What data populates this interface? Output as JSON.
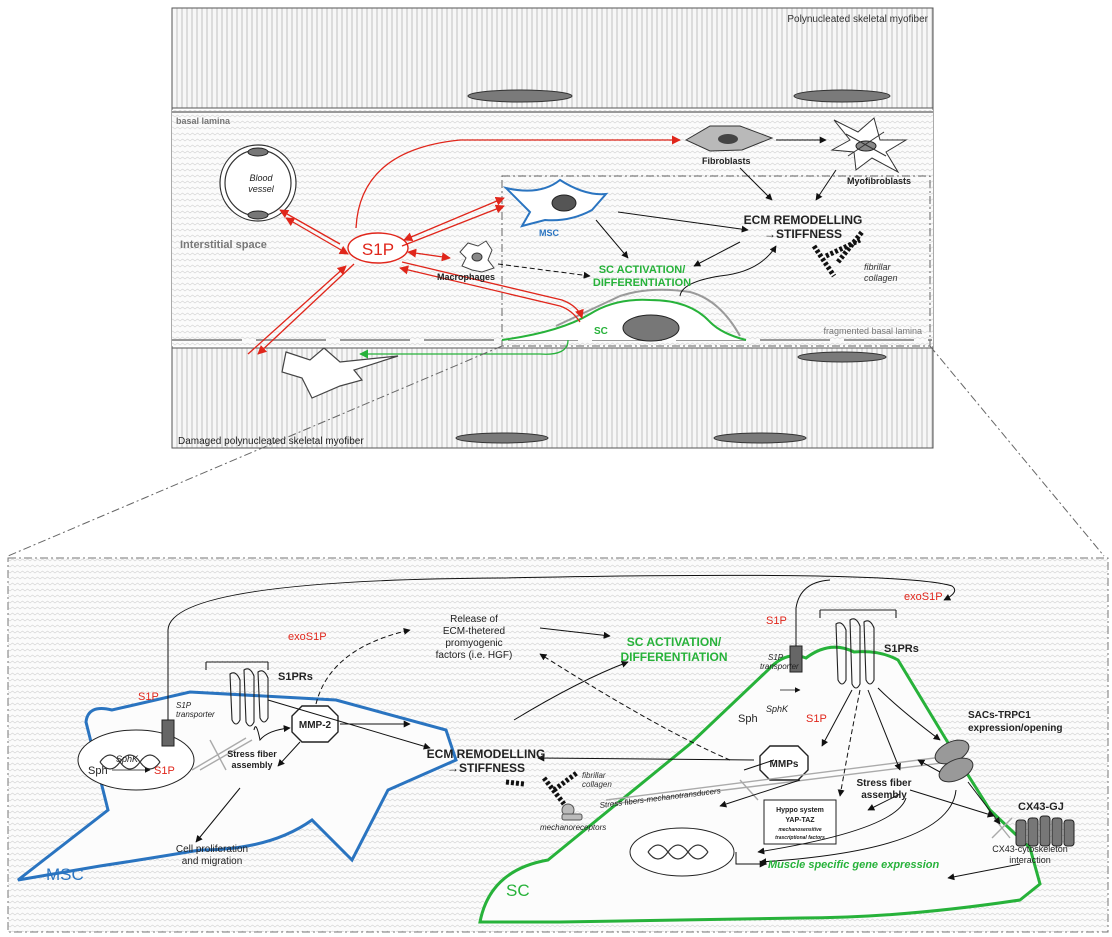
{
  "top_panel": {
    "myofiber_label": "Polynucleated skeletal myofiber",
    "basal_lamina": "basal lamina",
    "interstitial_space": "Interstitial space",
    "blood_vessel_line1": "Blood",
    "blood_vessel_line2": "vessel",
    "s1p": "S1P",
    "macrophages": "Macrophages",
    "msc": "MSC",
    "fibroblasts": "Fibroblasts",
    "myofibroblasts": "Myofibroblasts",
    "ecm_line1": "ECM REMODELLING",
    "ecm_line2": "→STIFFNESS",
    "sc_activation_line1": "SC ACTIVATION/",
    "sc_activation_line2": "DIFFERENTIATION",
    "fibrillar_line1": "fibrillar",
    "fibrillar_line2": "collagen",
    "sc": "SC",
    "fragmented_lamina": "fragmented basal lamina",
    "damaged_label": "Damaged polynucleated  skeletal myofiber"
  },
  "bottom_panel": {
    "s1p_left": "S1P",
    "transporter_line1": "S1P",
    "transporter_line2": "transporter",
    "sphk": "SphK",
    "sph": "Sph",
    "s1p_product": "S1P",
    "exo_s1p_left": "exoS1P",
    "s1prs_left": "S1PRs",
    "mmp2": "MMP-2",
    "stress_fiber_line1": "Stress fiber",
    "stress_fiber_line2": "assembly",
    "proliferation_line1": "Cell proliferation",
    "proliferation_line2": "and migration",
    "msc_label": "MSC",
    "release_line1": "Release of",
    "release_line2": "ECM-thetered",
    "release_line3": "promyogenic",
    "release_line4": "factors (i.e. HGF)",
    "sc_activation_line1": "SC ACTIVATION/",
    "sc_activation_line2": "DIFFERENTIATION",
    "ecm_line1": "ECM REMODELLING",
    "ecm_line2": "→STIFFNESS",
    "fibrillar_line1": "fibrillar",
    "fibrillar_line2": "collagen",
    "mechanoreceptors": "mechanoreceptors",
    "stress_mechano": "Stress fibers-mechanotransducers",
    "s1p_right": "S1P",
    "transporter_r_line1": "S1P",
    "transporter_r_line2": "transporter",
    "exo_s1p_right": "exoS1P",
    "s1prs_right": "S1PRs",
    "sphk_r": "SphK",
    "sph_r": "Sph",
    "s1p_product_r": "S1P",
    "mmps": "MMPs",
    "sacs_line1": "SACs-TRPC1",
    "sacs_line2": "expression/opening",
    "cx43_gj": "CX43-GJ",
    "hyppo_line1": "Hyppo system",
    "hyppo_line2": "YAP-TAZ",
    "hyppo_line3": "mechanosensitive",
    "hyppo_line4": "trascriptional factors",
    "stress_fiber_r_line1": "Stress fiber",
    "stress_fiber_r_line2": "assembly",
    "cx43_cyto_line1": "CX43-cytoskeleton",
    "cx43_cyto_line2": "interaction",
    "muscle_gene": "Muscle specific gene expression",
    "sc_label": "SC"
  },
  "colors": {
    "red": "#e0261b",
    "green": "#27b23a",
    "blue": "#2a74c0"
  }
}
